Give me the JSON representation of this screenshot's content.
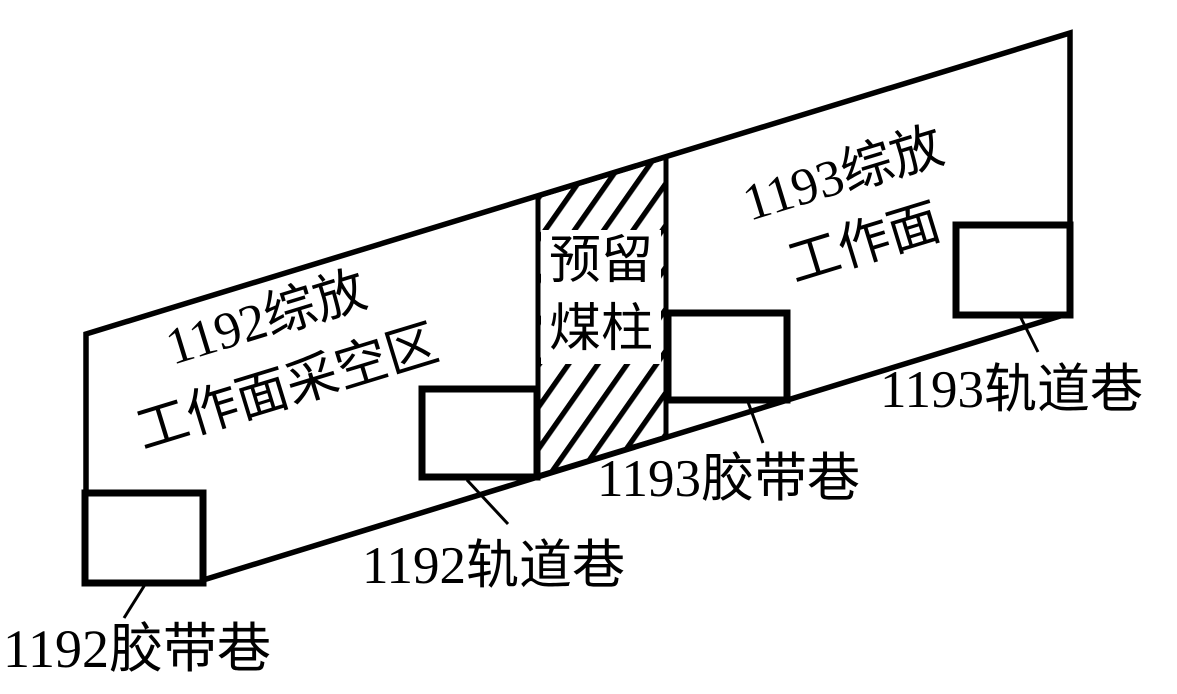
{
  "diagram": {
    "background_color": "#ffffff",
    "line_color": "#000000",
    "regions": {
      "goaf_1192": {
        "line1": "1192综放",
        "line2": "工作面采空区"
      },
      "pillar": {
        "line1": "预留",
        "line2": "煤柱"
      },
      "face_1193": {
        "line1": "1193综放",
        "line2": "工作面"
      }
    },
    "roadways": {
      "belt_1192": "1192胶带巷",
      "track_1192": "1192轨道巷",
      "belt_1193": "1193胶带巷",
      "track_1193": "1193轨道巷"
    }
  }
}
